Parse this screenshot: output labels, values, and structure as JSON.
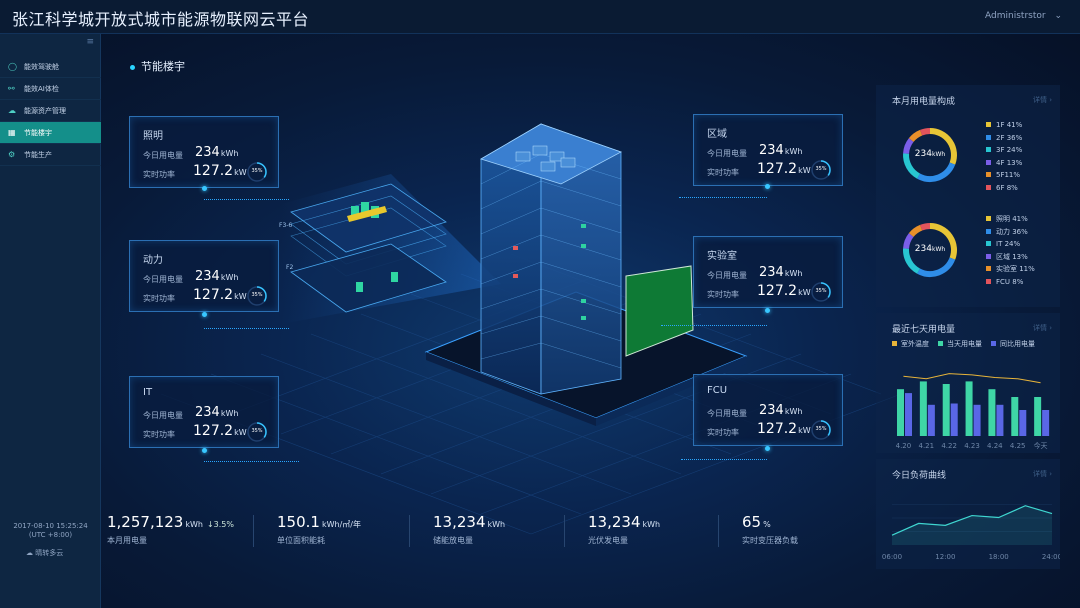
{
  "header": {
    "title": "张江科学城开放式城市能源物联网云平台",
    "user": "Administrstor",
    "user_chevron_icon": "chevron-down-icon"
  },
  "sidebar": {
    "menu_icon": "hamburger-icon",
    "items": [
      {
        "label": "能效驾驶舱",
        "icon": "gauge-icon",
        "active": false
      },
      {
        "label": "能效AI体检",
        "icon": "stethoscope-icon",
        "active": false
      },
      {
        "label": "能源资产管理",
        "icon": "cloud-icon",
        "active": false
      },
      {
        "label": "节能楼宇",
        "icon": "building-icon",
        "active": true
      },
      {
        "label": "节能生产",
        "icon": "factory-icon",
        "active": false
      }
    ],
    "datetime": "2017-08-10  15:25:24",
    "timezone": "(UTC +8:00)",
    "weather": "晴转多云",
    "weather_icon": "cloud-icon"
  },
  "main": {
    "section_title": "节能楼宇",
    "cards": [
      {
        "title": "照明",
        "label1": "今日用电量",
        "value1": "234",
        "unit1": "kWh",
        "label2": "实时功率",
        "value2": "127.2",
        "unit2": "kW",
        "percent": 35,
        "percent_text": "35%"
      },
      {
        "title": "动力",
        "label1": "今日用电量",
        "value1": "234",
        "unit1": "kWh",
        "label2": "实时功率",
        "value2": "127.2",
        "unit2": "kW",
        "percent": 35,
        "percent_text": "35%"
      },
      {
        "title": "IT",
        "label1": "今日用电量",
        "value1": "234",
        "unit1": "kWh",
        "label2": "实时功率",
        "value2": "127.2",
        "unit2": "kW",
        "percent": 35,
        "percent_text": "35%"
      },
      {
        "title": "区域",
        "label1": "今日用电量",
        "value1": "234",
        "unit1": "kWh",
        "label2": "实时功率",
        "value2": "127.2",
        "unit2": "kW",
        "percent": 35,
        "percent_text": "35%"
      },
      {
        "title": "实验室",
        "label1": "今日用电量",
        "value1": "234",
        "unit1": "kWh",
        "label2": "实时功率",
        "value2": "127.2",
        "unit2": "kW",
        "percent": 35,
        "percent_text": "35%"
      },
      {
        "title": "FCU",
        "label1": "今日用电量",
        "value1": "234",
        "unit1": "kWh",
        "label2": "实时功率",
        "value2": "127.2",
        "unit2": "kW",
        "percent": 35,
        "percent_text": "35%"
      }
    ],
    "floor_labels": [
      "F3-6",
      "F2"
    ]
  },
  "right_panel": {
    "composition": {
      "title": "本月用电量构成",
      "more": "详情 ›",
      "donut_value": "234",
      "donut_unit": "kWh",
      "floors": [
        {
          "label": "1F 41%",
          "color": "#e7c536",
          "pct": 41
        },
        {
          "label": "2F 36%",
          "color": "#2f8de8",
          "pct": 36
        },
        {
          "label": "3F 24%",
          "color": "#28c6d1",
          "pct": 24
        },
        {
          "label": "4F 13%",
          "color": "#7b5ee8",
          "pct": 13
        },
        {
          "label": "5F11%",
          "color": "#e8902a",
          "pct": 11
        },
        {
          "label": "6F 8%",
          "color": "#e2545c",
          "pct": 8
        }
      ],
      "categories": [
        {
          "label": "照明 41%",
          "color": "#e7c536",
          "pct": 41
        },
        {
          "label": "动力 36%",
          "color": "#2f8de8",
          "pct": 36
        },
        {
          "label": "IT 24%",
          "color": "#28c6d1",
          "pct": 24
        },
        {
          "label": "区域 13%",
          "color": "#7b5ee8",
          "pct": 13
        },
        {
          "label": "实验室 11%",
          "color": "#e8902a",
          "pct": 11
        },
        {
          "label": "FCU 8%",
          "color": "#e2545c",
          "pct": 8
        }
      ]
    },
    "week": {
      "title": "最近七天用电量",
      "more": "详情 ›"
    },
    "load": {
      "title": "今日负荷曲线",
      "more": "详情 ›"
    }
  },
  "bottom_stats": [
    {
      "value": "1,257,123",
      "unit": "kWh",
      "delta": "↓3.5%",
      "label": "本月用电量"
    },
    {
      "value": "150.1",
      "unit": "kWh/㎡/年",
      "delta": "",
      "label": "单位面积能耗"
    },
    {
      "value": "13,234",
      "unit": "kWh",
      "delta": "",
      "label": "储能放电量"
    },
    {
      "value": "13,234",
      "unit": "kWh",
      "delta": "",
      "label": "光伏发电量"
    },
    {
      "value": "65",
      "unit": "%",
      "delta": "",
      "label": "实时变压器负载"
    }
  ],
  "chart_data": [
    {
      "type": "bar",
      "title": "最近七天用电量",
      "categories": [
        "4.20",
        "4.21",
        "4.22",
        "4.23",
        "4.24",
        "4.25",
        "今天"
      ],
      "ylim": [
        0,
        60
      ],
      "series": [
        {
          "name": "室外温度",
          "type": "line",
          "color": "#e7b43a",
          "values": [
            46,
            44,
            48,
            47,
            45,
            44,
            41
          ]
        },
        {
          "name": "当天用电量",
          "type": "bar",
          "color": "#3fd6a6",
          "values": [
            36,
            42,
            40,
            42,
            36,
            30,
            30
          ]
        },
        {
          "name": "同比用电量",
          "type": "bar",
          "color": "#5a67e6",
          "values": [
            33,
            24,
            25,
            24,
            24,
            20,
            20
          ]
        }
      ],
      "legend": "top-left",
      "grid": false
    },
    {
      "type": "area",
      "title": "今日负荷曲线",
      "x": [
        "06:00",
        "09:00",
        "12:00",
        "15:00",
        "18:00",
        "21:00",
        "24:00"
      ],
      "xticks": [
        "06:00",
        "12:00",
        "18:00",
        "24:00"
      ],
      "values": [
        10,
        22,
        20,
        30,
        28,
        40,
        32
      ],
      "ylim": [
        0,
        55
      ],
      "color": "#3fd6d0",
      "grid": true
    }
  ]
}
